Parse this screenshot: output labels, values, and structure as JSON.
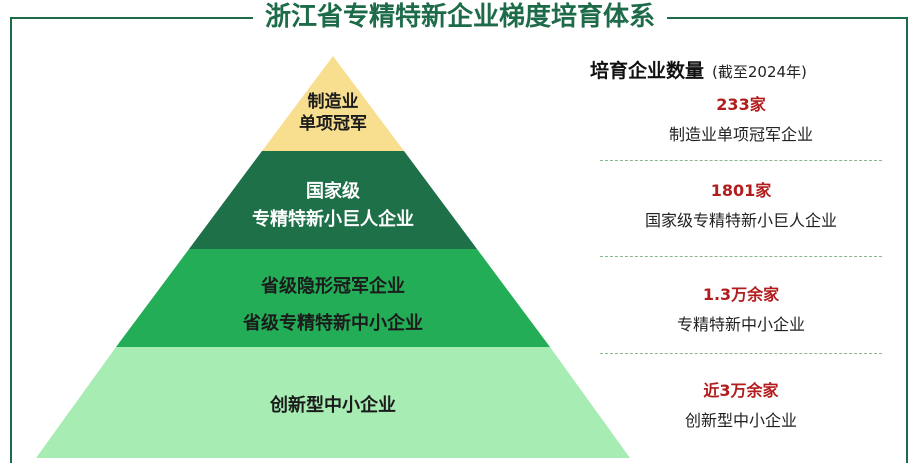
{
  "title": "浙江省专精特新企业梯度培育体系",
  "colors": {
    "frame": "#1d6b48",
    "title": "#1d6b48",
    "tier1": "#f8df90",
    "tier2": "#1e7048",
    "tier3": "#23ad57",
    "tier4": "#a6ecb3",
    "stat_value": "#b31c1c"
  },
  "pyramid": {
    "tiers": [
      {
        "lines": [
          "制造业",
          "单项冠军"
        ]
      },
      {
        "lines": [
          "国家级",
          "专精特新小巨人企业"
        ]
      },
      {
        "lines": [
          "省级隐形冠军企业",
          "省级专精特新中小企业"
        ]
      },
      {
        "lines": [
          "创新型中小企业"
        ]
      }
    ]
  },
  "stats": {
    "heading": "培育企业数量",
    "heading_note": "(截至2024年)",
    "items": [
      {
        "value": "233家",
        "label": "制造业单项冠军企业"
      },
      {
        "value": "1801家",
        "label": "国家级专精特新小巨人企业"
      },
      {
        "value": "1.3万余家",
        "label": "专精特新中小企业"
      },
      {
        "value": "近3万余家",
        "label": "创新型中小企业"
      }
    ]
  }
}
